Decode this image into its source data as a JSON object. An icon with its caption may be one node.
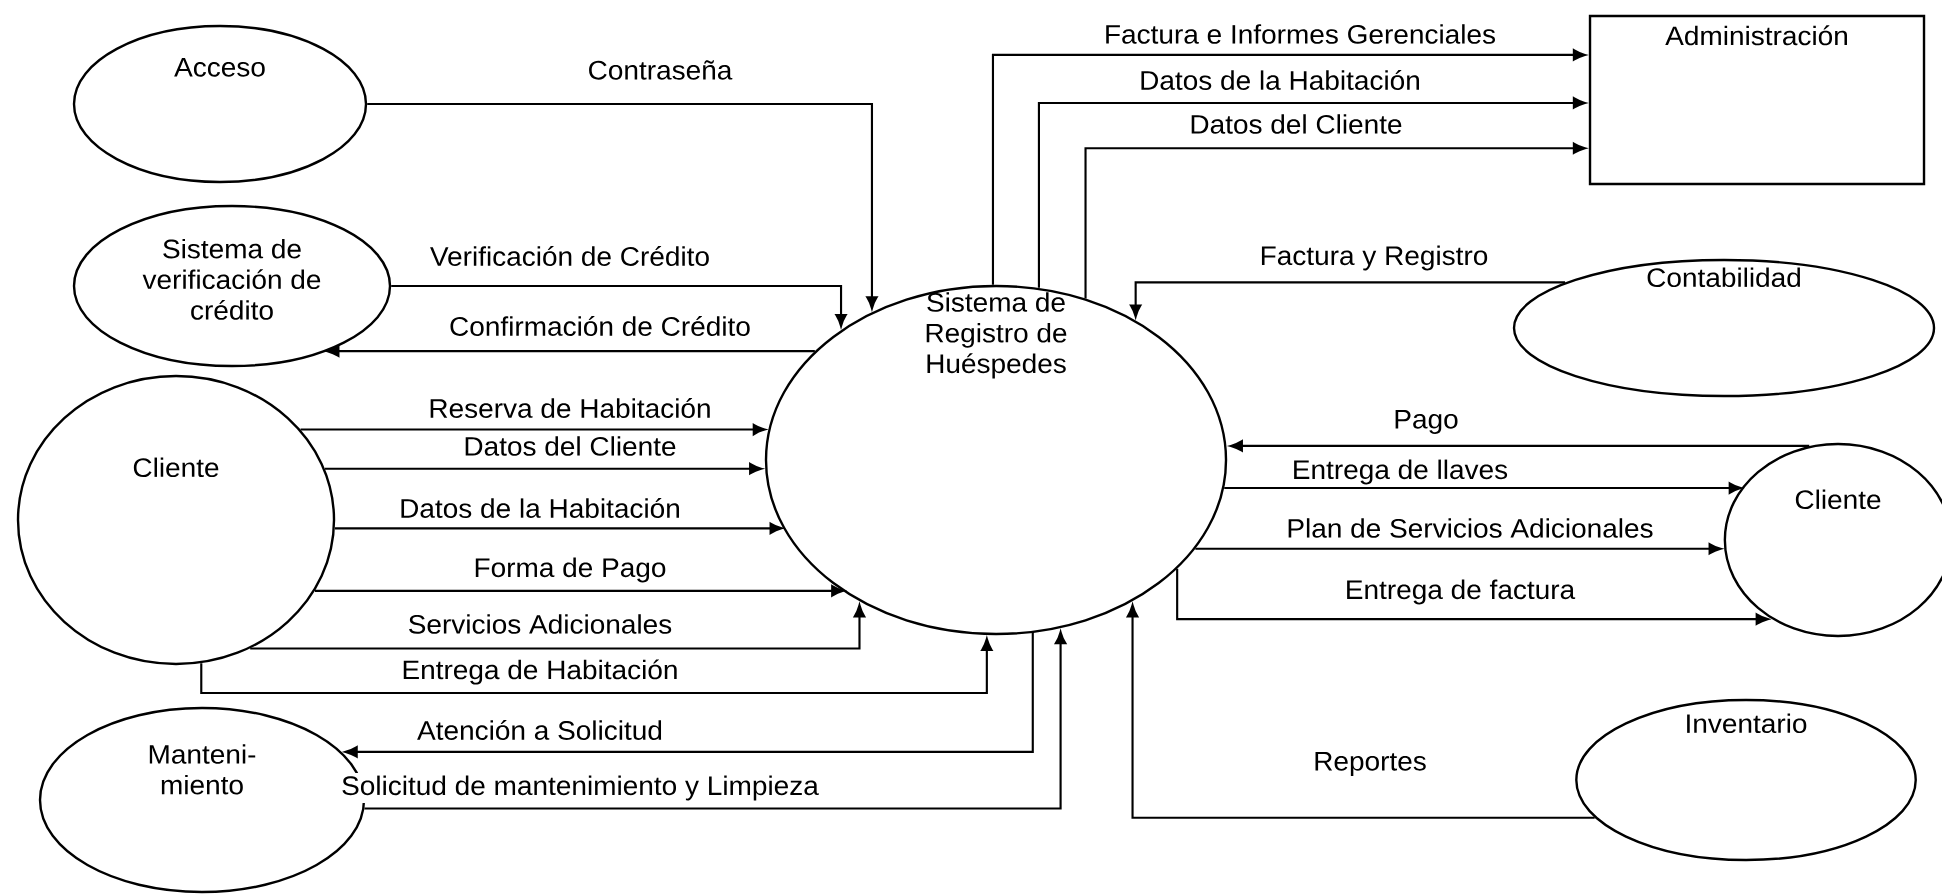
{
  "diagram": {
    "nodes": [
      {
        "text": [
          "Acceso"
        ]
      },
      {
        "text": [
          "Sistema de verificación de crédito"
        ]
      },
      {
        "text": [
          "Cliente"
        ]
      },
      {
        "text": [
          "Manteni- miento"
        ]
      },
      {
        "text": [
          "Sistema de Registro de Huéspedes"
        ]
      },
      {
        "text": [
          "Administración"
        ]
      },
      {
        "text": [
          "Contabilidad"
        ]
      },
      {
        "text": [
          "Cliente"
        ]
      },
      {
        "text": [
          "Inventario"
        ]
      }
    ],
    "edges": [
      {
        "from": 0,
        "to": 4,
        "arrow": "to",
        "label": "Contraseña"
      },
      {
        "from": 1,
        "to": 4,
        "arrow": "to",
        "label": "Verificación de Crédito"
      },
      {
        "from": 4,
        "to": 1,
        "arrow": "to",
        "label": "Confirmación de Crédito"
      },
      {
        "from": 2,
        "to": 4,
        "arrow": "to",
        "label": "Reserva de Habitación"
      },
      {
        "from": 2,
        "to": 4,
        "arrow": "to",
        "label": "Datos del Cliente"
      },
      {
        "from": 2,
        "to": 4,
        "arrow": "to",
        "label": "Datos de la Habitación"
      },
      {
        "from": 2,
        "to": 4,
        "arrow": "to",
        "label": "Forma de Pago"
      },
      {
        "from": 2,
        "to": 4,
        "arrow": "to",
        "label": "Servicios Adicionales"
      },
      {
        "from": 2,
        "to": 4,
        "arrow": "to",
        "label": "Entrega de Habitación"
      },
      {
        "from": 4,
        "to": 3,
        "arrow": "to",
        "label": "Atención a Solicitud"
      },
      {
        "from": 3,
        "to": 4,
        "arrow": "to",
        "label": "Solicitud de mantenimiento y Limpieza"
      },
      {
        "from": 8,
        "to": 4,
        "arrow": "to",
        "label": "Reportes"
      },
      {
        "from": 4,
        "to": 5,
        "arrow": "to",
        "label": "Factura e Informes Gerenciales"
      },
      {
        "from": 4,
        "to": 5,
        "arrow": "to",
        "label": "Datos de la Habitación"
      },
      {
        "from": 4,
        "to": 5,
        "arrow": "to",
        "label": "Datos del Cliente"
      },
      {
        "from": 6,
        "to": 4,
        "arrow": "to",
        "label": "Factura y Registro"
      },
      {
        "from": 7,
        "to": 4,
        "arrow": "to",
        "label": "Pago"
      },
      {
        "from": 4,
        "to": 7,
        "arrow": "to",
        "label": "Entrega de llaves"
      },
      {
        "from": 4,
        "to": 7,
        "arrow": "to",
        "label": "Plan de Servicios Adicionales"
      },
      {
        "from": 4,
        "to": 7,
        "arrow": "to",
        "label": "Entrega de factura"
      }
    ]
  }
}
